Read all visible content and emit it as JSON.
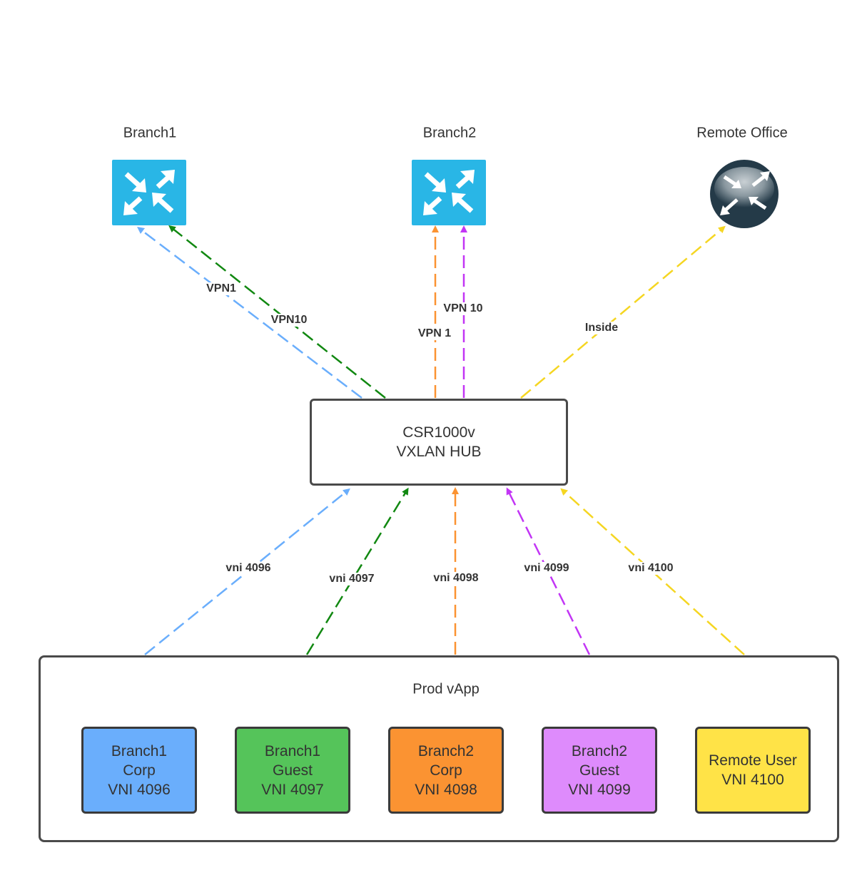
{
  "sites": {
    "branch1": "Branch1",
    "branch2": "Branch2",
    "remote_office": "Remote Office"
  },
  "hub": {
    "line1": "CSR1000v",
    "line2": "VXLAN HUB"
  },
  "vapp": {
    "title": "Prod vApp",
    "segments": [
      {
        "line1": "Branch1",
        "line2": "Corp",
        "line3": "VNI 4096",
        "color": "#6aaefc"
      },
      {
        "line1": "Branch1",
        "line2": "Guest",
        "line3": "VNI 4097",
        "color": "#55c45a"
      },
      {
        "line1": "Branch2",
        "line2": "Corp",
        "line3": "VNI 4098",
        "color": "#fb9332"
      },
      {
        "line1": "Branch2",
        "line2": "Guest",
        "line3": "VNI 4099",
        "color": "#de8bfc"
      },
      {
        "line1": "Remote User",
        "line2": "VNI 4100",
        "color": "#ffe347"
      }
    ]
  },
  "links": {
    "top": [
      "VPN1",
      "VPN10",
      "VPN 1",
      "VPN 10",
      "Inside"
    ],
    "bottom": [
      "vni 4096",
      "vni 4097",
      "vni 4098",
      "vni 4099",
      "vni 4100"
    ]
  },
  "colors": {
    "blue": "#6aaefc",
    "green": "#118811",
    "orange": "#fb9332",
    "purple": "#c235f5",
    "yellow": "#f5d622",
    "switch_icon": "#29b6e6",
    "router_icon": "#2e4a5a"
  },
  "icons": [
    "switch-icon",
    "switch-icon",
    "router-icon"
  ]
}
